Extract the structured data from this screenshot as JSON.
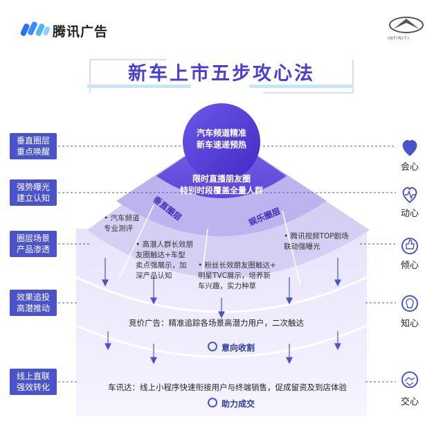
{
  "header": {
    "logo_text": "腾讯广告",
    "brand": "INFINITI."
  },
  "title": "新车上市五步攻心法",
  "steps": [
    {
      "label": "垂直圈层\n重点唤醒"
    },
    {
      "label": "强势曝光\n建立认知"
    },
    {
      "label": "圈层场景\n产品渗透"
    },
    {
      "label": "效果追投\n高潜推动"
    },
    {
      "label": "线上直联\n强效转化"
    }
  ],
  "hearts": [
    {
      "label": "会心",
      "icon": "pulse-icon"
    },
    {
      "label": "动心",
      "icon": "heartbeat-icon"
    },
    {
      "label": "倾心",
      "icon": "thumbs-up-icon"
    },
    {
      "label": "知心",
      "icon": "lightbulb-icon"
    },
    {
      "label": "交心",
      "icon": "handshake-icon"
    }
  ],
  "center": {
    "top": "汽车频道精准\n新车速递预热",
    "ring": "限时直播朋友圈\n特别时段覆盖全量人群",
    "arc_left": "垂直圈层",
    "arc_right": "娱乐圈层"
  },
  "segments": {
    "s1": "• 汽车频道\n  专业测评",
    "s2": "• 高潜人群长效朋\n  友圈触达+车型\n  卖点强展示，加\n  深产品认知",
    "s3": "• 粉丝长效朋友圈触达+\n  明星TVC展示，培养新\n  车兴趣，实力种草",
    "s4": "• 腾讯视频TOP剧场\n  联动强曝光"
  },
  "bidding": {
    "text": "竞价广告：精准追踪各场景高潜力用户，二次触达",
    "button": "意向收割"
  },
  "checheda": {
    "text": "车讯达：线上小程序快速衔接用户与终端销售，促成留资及到店体验",
    "button": "助力成交"
  },
  "colors": {
    "primary": "#4a54c8",
    "accent": "#5b3fd6",
    "fan_light": "#cfc9f2",
    "fan_mid": "#b9b1ee"
  }
}
